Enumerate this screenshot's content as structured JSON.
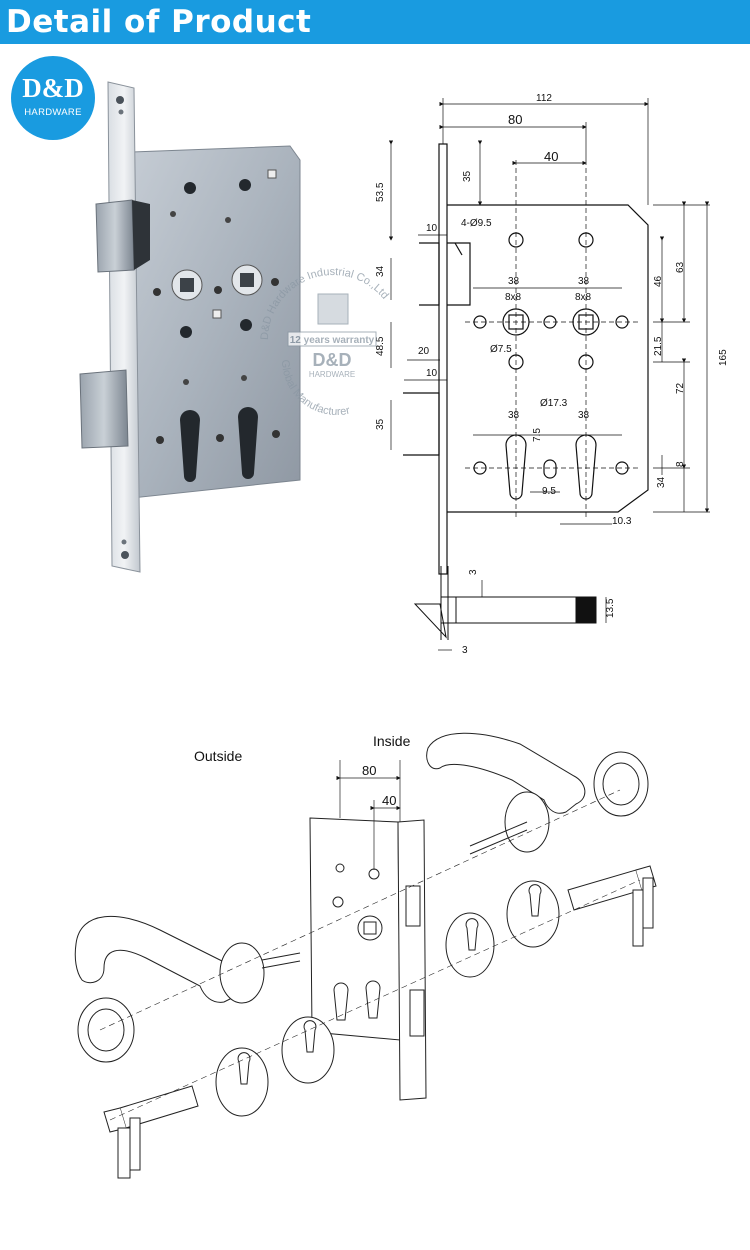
{
  "header": {
    "title": "Detail of Product",
    "bg_color": "#199be0"
  },
  "logo": {
    "main": "D&D",
    "sub": "HARDWARE"
  },
  "watermark": {
    "arc_text": "D&D Hardware Industrial Co.,Ltd",
    "badge": "12 years warranty",
    "brand": "D&D",
    "brand_sub": "HARDWARE",
    "bottom_arc": "Global Manufacturer"
  },
  "drawing": {
    "dims": {
      "d112": "112",
      "d80": "80",
      "d40": "40",
      "d35_top": "35",
      "d53_5": "53.5",
      "d10_a": "10",
      "d4_dia": "4-Ø9.5",
      "d34": "34",
      "d38_a": "38",
      "d38_b": "38",
      "d8x8_a": "8x8",
      "d8x8_b": "8x8",
      "d48_5": "48.5",
      "d20": "20",
      "d7_5dia": "Ø7.5",
      "d10_b": "10",
      "d35_bot": "35",
      "d17_3dia": "Ø17.3",
      "d38_c": "38",
      "d38_d": "38",
      "d7_5": "7.5",
      "d9_5": "9.5",
      "d46": "46",
      "d63": "63",
      "d21_5": "21.5",
      "d72": "72",
      "d165": "165",
      "d8": "8",
      "d34_r": "34",
      "d10_3": "10.3",
      "d3_a": "3",
      "d13_5": "13.5",
      "d3_b": "3"
    }
  },
  "exploded": {
    "outside": "Outside",
    "inside": "Inside",
    "d80": "80",
    "d40": "40"
  }
}
